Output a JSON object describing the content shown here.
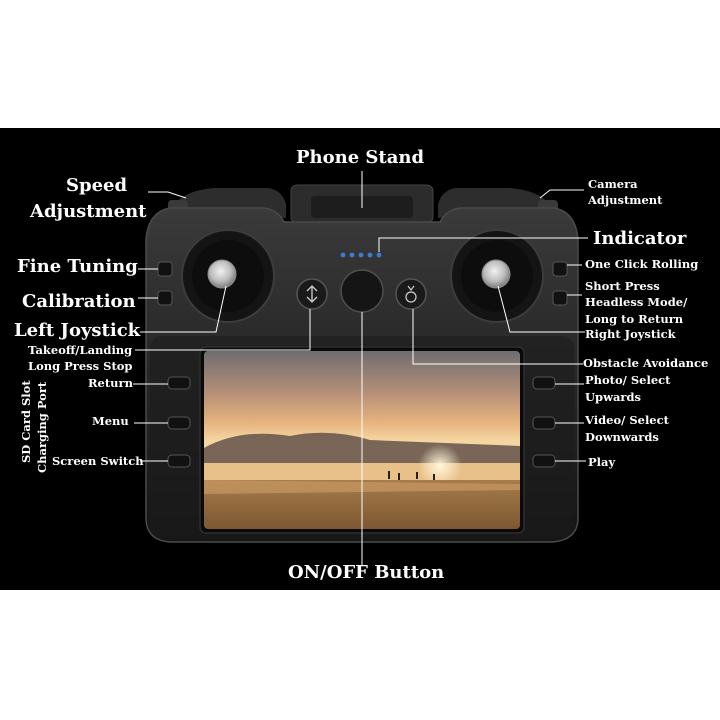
{
  "labels": {
    "phone_stand": "Phone Stand",
    "speed_line1": "Speed",
    "speed_line2": "Adjustment",
    "camera_line1": "Camera",
    "camera_line2": "Adjustment",
    "indicator": "Indicator",
    "fine_tuning": "Fine Tuning",
    "one_click_rolling": "One Click Rolling",
    "calibration": "Calibration",
    "short_press": "Short Press",
    "headless_mode": "Headless Mode/",
    "long_to_return": "Long to Return",
    "left_joystick": "Left Joystick",
    "right_joystick": "Right Joystick",
    "takeoff_landing": "Takeoff/Landing",
    "long_press_stop": "Long Press Stop",
    "obstacle_avoidance": "Obstacle Avoidance",
    "return": "Return",
    "photo_line1": "Photo/ Select",
    "photo_line2": "Upwards",
    "menu": "Menu",
    "video_line1": "Video/ Select",
    "video_line2": "Downwards",
    "screen_switch": "Screen Switch",
    "play": "Play",
    "sd_card_slot": "SD Card Slot",
    "charging_port": "Charging Port",
    "on_off_button": "ON/OFF Button"
  },
  "colors": {
    "background": "#000000",
    "body": "#262626",
    "indicator_led": "#3a7bd5",
    "label_text": "#ffffff",
    "callout_line": "#ffffff"
  }
}
